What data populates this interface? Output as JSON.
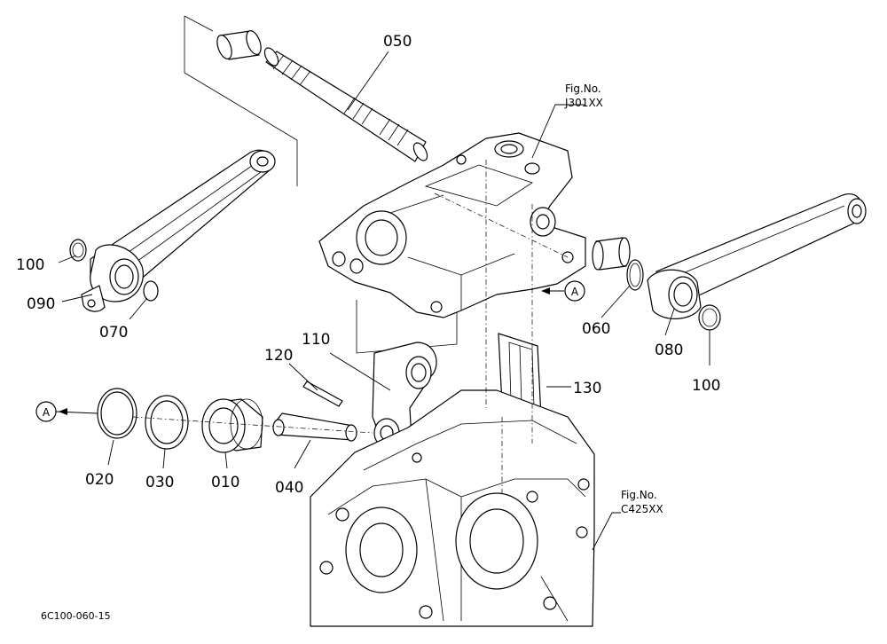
{
  "diagram": {
    "part_labels": {
      "p050": "050",
      "p100_left": "100",
      "p090": "090",
      "p070": "070",
      "p060": "060",
      "p080": "080",
      "p100_right": "100",
      "p110": "110",
      "p120": "120",
      "p130": "130",
      "p020": "020",
      "p030": "030",
      "p010": "010",
      "p040": "040"
    },
    "view_marker": "A",
    "fig_refs": {
      "upper": {
        "line1": "Fig.No.",
        "line2": "J301XX"
      },
      "lower": {
        "line1": "Fig.No.",
        "line2": "C425XX"
      }
    },
    "drawing_code": "6C100-060-15"
  }
}
